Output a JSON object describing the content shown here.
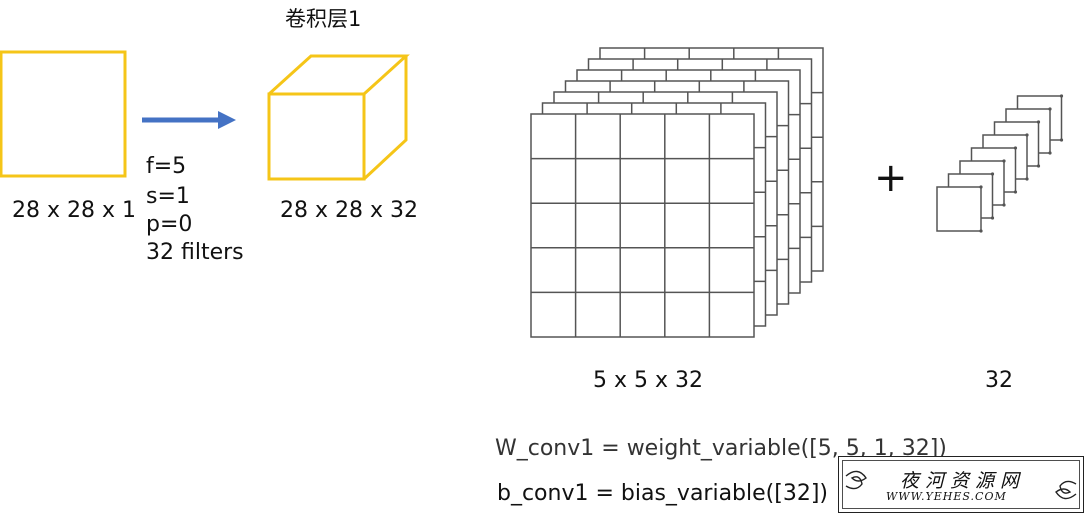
{
  "diagram": {
    "layer_title": "卷积层1",
    "input_shape_label": "28 x 28 x 1",
    "params": [
      "f=5",
      "s=1",
      "p=0",
      "32 filters"
    ],
    "output_shape_label": "28 x 28 x 32",
    "filter_label": "5 x 5 x 32",
    "bias_label": "32",
    "plus_sign": "+",
    "code_lines": [
      "W_conv1 = weight_variable([5, 5, 1, 32])",
      "b_conv1 = bias_variable([32])"
    ]
  },
  "watermark": {
    "title": "夜河资源网",
    "url": "WWW.YEHES.COM"
  },
  "colors": {
    "box_yellow": "#f5c518",
    "arrow_blue": "#4472c4",
    "grid_gray": "#555555"
  },
  "icons": [
    "right-arrow-icon"
  ]
}
